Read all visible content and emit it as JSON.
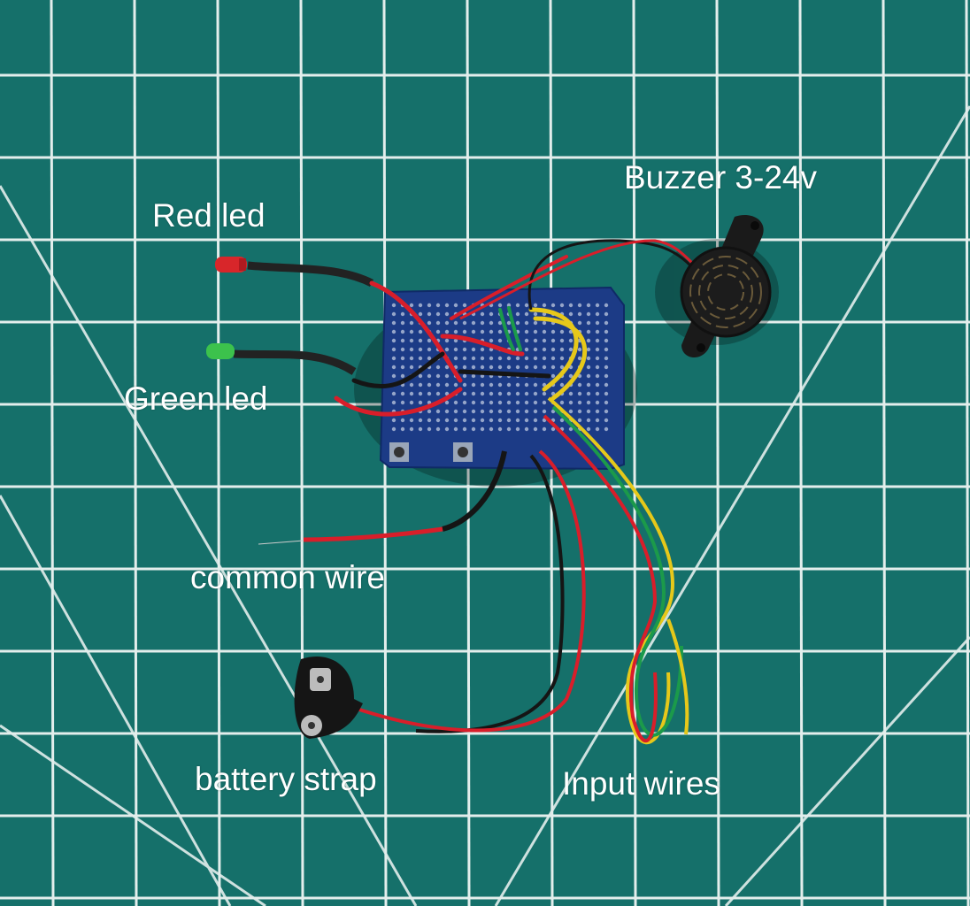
{
  "labels": {
    "buzzer": "Buzzer 3-24v",
    "red_led": "Red led",
    "green_led": "Green led",
    "common_wire": "common wire",
    "battery_strap": "battery strap",
    "input_wires": "Input wires"
  },
  "colors": {
    "mat": "#15706a",
    "grid": "#e6f0ee",
    "pcb": "#1d3f8c",
    "wire_red": "#d81e2a",
    "wire_black": "#151515",
    "wire_green": "#1b9a4a",
    "wire_yellow": "#e6c81a",
    "led_red": "#e02a2a",
    "led_green": "#35c24a"
  }
}
